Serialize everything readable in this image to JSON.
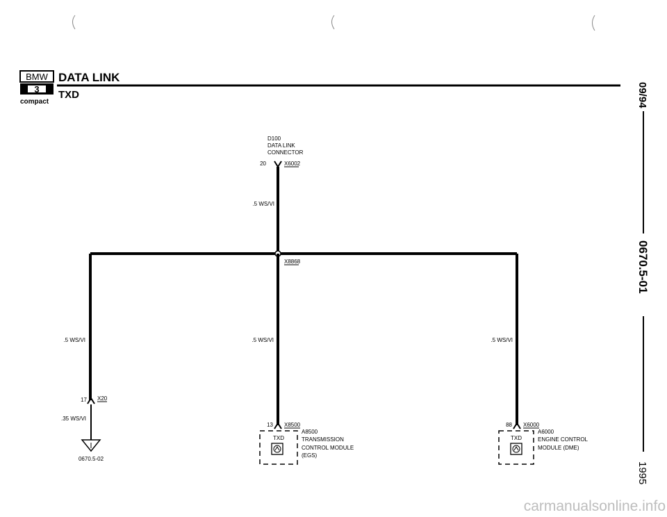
{
  "header": {
    "brand": "BMW",
    "series": "3",
    "model": "compact",
    "title": "DATA LINK",
    "subtitle": "TXD"
  },
  "side": {
    "date": "09/94",
    "doc_number": "0670.5-01",
    "year": "1995"
  },
  "connector_d100": {
    "label_lines": [
      "D100",
      "DATA LINK",
      "CONNECTOR"
    ],
    "pin": "20",
    "ref": "X6002"
  },
  "wires": {
    "top": ".5 WS/VI",
    "left": ".5 WS/VI",
    "center": ".5 WS/VI",
    "right": ".5 WS/VI",
    "left_lower": ".35 WS/VI"
  },
  "splice": {
    "ref": "X8868"
  },
  "left_branch": {
    "pin": "17",
    "ref": "X20",
    "continues_ref": "0670.5-02"
  },
  "egs": {
    "pin": "13",
    "ref": "X8500",
    "box_label": "TXD",
    "module_ref": "A8500",
    "module_lines": [
      "TRANSMISSION",
      "CONTROL MODULE",
      "(EGS)"
    ]
  },
  "dme": {
    "pin": "88",
    "ref": "X6000",
    "box_label": "TXD",
    "module_ref": "A6000",
    "module_lines": [
      "ENGINE CONTROL",
      "MODULE (DME)"
    ]
  },
  "watermark": "carmanualsonline.info"
}
